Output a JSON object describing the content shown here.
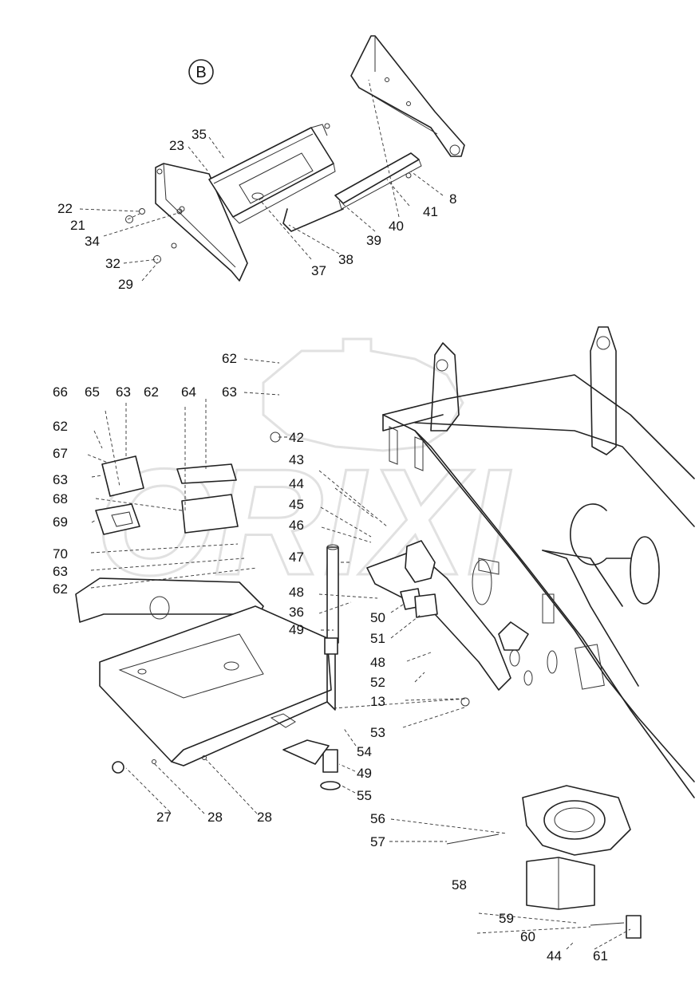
{
  "view_marker": "B",
  "watermark_text": "ORIXI",
  "callouts_b": [
    "35",
    "23",
    "22",
    "21",
    "34",
    "32",
    "29",
    "37",
    "38",
    "39",
    "40",
    "41",
    "8"
  ],
  "callouts_main": [
    "62",
    "63",
    "66",
    "65",
    "63",
    "62",
    "64",
    "62",
    "67",
    "42",
    "63",
    "43",
    "44",
    "68",
    "45",
    "46",
    "69",
    "47",
    "70",
    "63",
    "62",
    "48",
    "36",
    "50",
    "49",
    "51",
    "48",
    "52",
    "13",
    "53",
    "54",
    "27",
    "28",
    "28",
    "49",
    "55",
    "56",
    "57",
    "58",
    "59",
    "60",
    "44",
    "61"
  ],
  "colors": {
    "line": "#222222",
    "watermark": "#c4c4c4",
    "background": "#ffffff"
  }
}
